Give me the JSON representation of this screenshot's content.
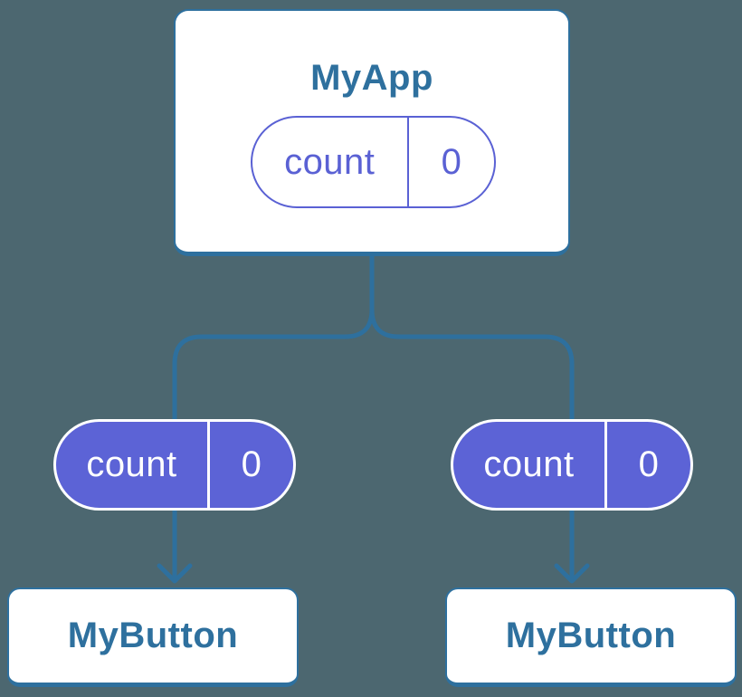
{
  "colors": {
    "bg": "#4C6770",
    "line": "#2E709E",
    "text-blue": "#2E709E",
    "purple": "#5C63D6",
    "purple-outline": "#5A61D4",
    "white": "#FFFFFF"
  },
  "diagram": {
    "root": {
      "label": "MyApp",
      "state": {
        "name": "count",
        "value": "0"
      }
    },
    "children": [
      {
        "label": "MyButton",
        "prop": {
          "name": "count",
          "value": "0"
        }
      },
      {
        "label": "MyButton",
        "prop": {
          "name": "count",
          "value": "0"
        }
      }
    ]
  }
}
